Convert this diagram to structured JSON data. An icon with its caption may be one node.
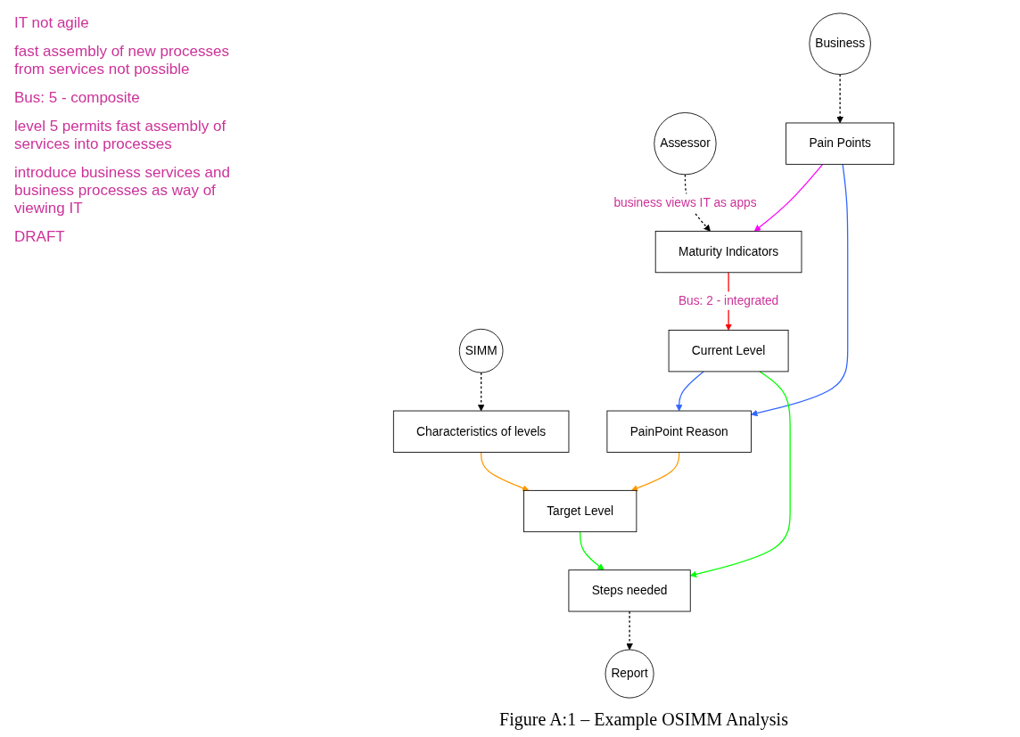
{
  "diagram": {
    "caption": "Figure A:1 – Example OSIMM Analysis",
    "nodes": [
      {
        "text": [
          "Assessor"
        ]
      },
      {
        "text": [
          "Business"
        ]
      },
      {
        "text": [
          "Pain Points"
        ]
      },
      {
        "text": [
          "Maturity Indicators"
        ]
      },
      {
        "text": [
          "SIMM"
        ]
      },
      {
        "text": [
          "Current Level"
        ]
      },
      {
        "text": [
          "Characteristics of levels"
        ]
      },
      {
        "text": [
          "PainPoint Reason"
        ]
      },
      {
        "text": [
          "Target Level"
        ]
      },
      {
        "text": [
          "Steps needed"
        ]
      },
      {
        "text": [
          "Report"
        ]
      }
    ],
    "edges": [
      {
        "from": 1,
        "to": 2,
        "arrow": "to",
        "style": "dashed"
      },
      {
        "from": 0,
        "to": 3,
        "arrow": "to",
        "style": "dashed",
        "label": "business views IT as apps"
      },
      {
        "from": 2,
        "to": 3,
        "arrow": "to",
        "color": "#ff00ff"
      },
      {
        "from": 3,
        "to": 5,
        "arrow": "to",
        "color": "#ff0000",
        "label": "Bus: 2 - integrated"
      },
      {
        "from": 2,
        "to": 7,
        "arrow": "to",
        "color": "#3366ff"
      },
      {
        "from": 5,
        "to": 7,
        "arrow": "to",
        "color": "#3366ff"
      },
      {
        "from": 4,
        "to": 6,
        "arrow": "to",
        "style": "dashed"
      },
      {
        "from": 6,
        "to": 8,
        "arrow": "to",
        "color": "#ff9900"
      },
      {
        "from": 7,
        "to": 8,
        "arrow": "to",
        "color": "#ff9900"
      },
      {
        "from": 5,
        "to": 9,
        "arrow": "to",
        "color": "#00ff00"
      },
      {
        "from": 8,
        "to": 9,
        "arrow": "to",
        "color": "#00ff00"
      },
      {
        "from": 9,
        "to": 10,
        "arrow": "to",
        "style": "dashed"
      }
    ],
    "labels": [
      "IT not agile",
      "fast assembly of new processes from services not possible",
      "Bus: 5 - composite",
      "level 5 permits fast assembly of services into processes",
      "introduce business services and business processes as way of viewing IT",
      "DRAFT"
    ]
  }
}
